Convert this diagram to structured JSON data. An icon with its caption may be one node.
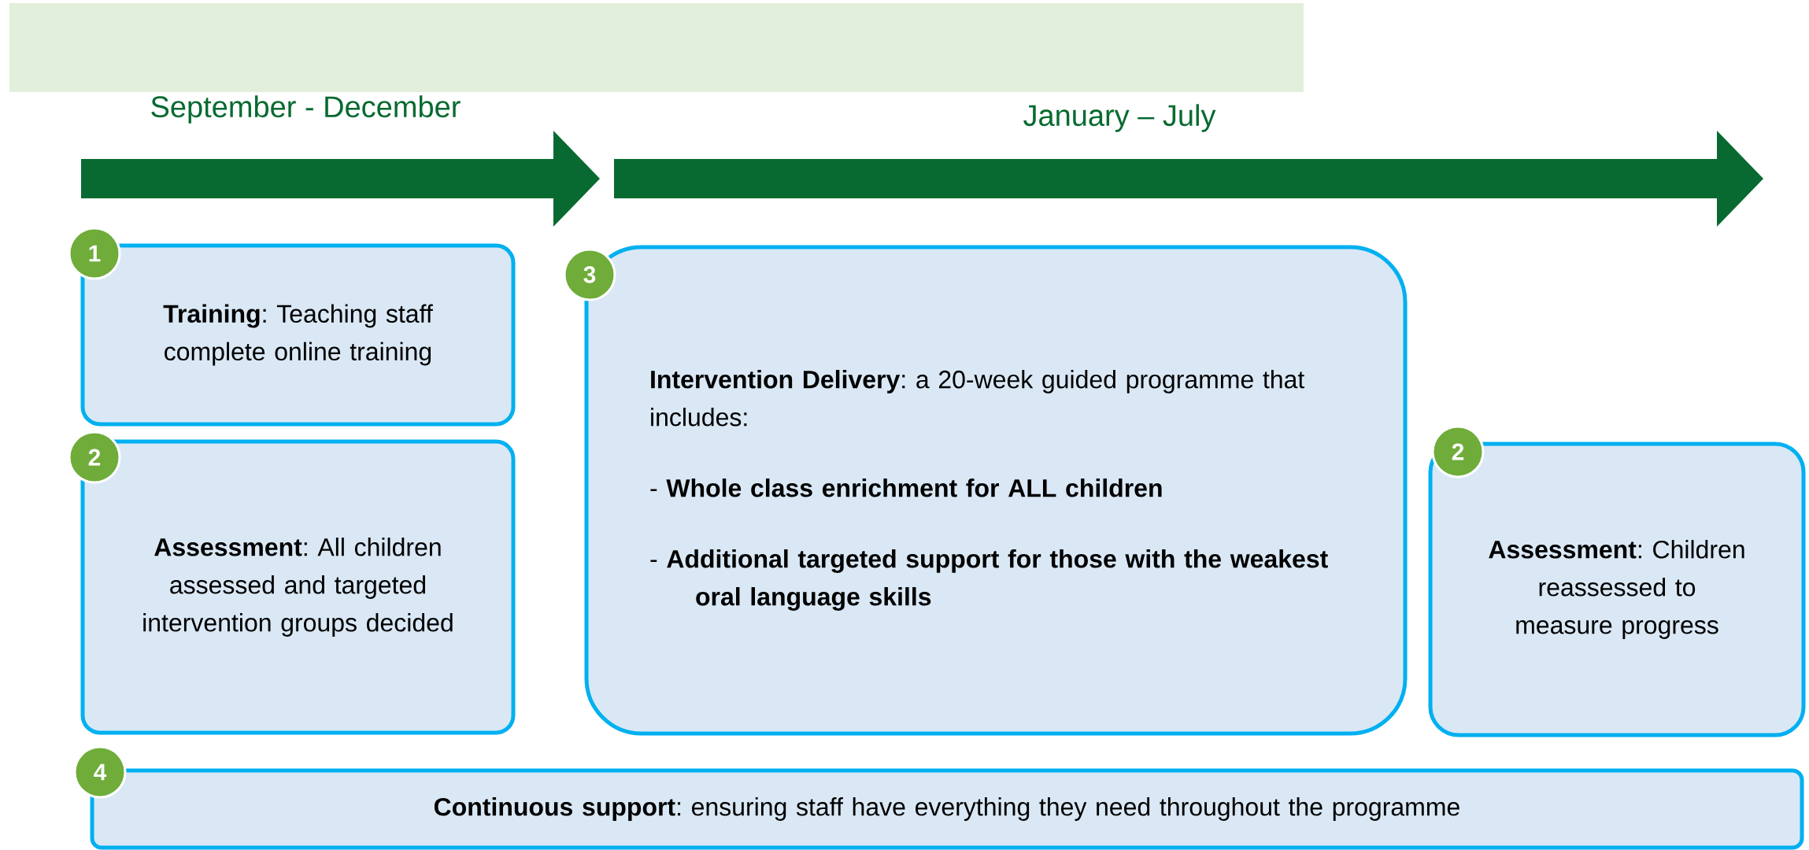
{
  "diagram": {
    "nodes": [
      {
        "text": [
          "1",
          "**Training**: Teaching staff complete online training"
        ]
      },
      {
        "text": [
          "2",
          "**Assessment**: All children assessed and targeted intervention groups decided"
        ]
      },
      {
        "text": [
          "3",
          "**Intervention Delivery**: a 20-week guided programme that includes:",
          "- **Whole class enrichment for ALL children**",
          "- **Additional targeted support for those with the weakest oral language skills**"
        ]
      },
      {
        "text": [
          "2",
          "**Assessment**: Children reassessed to measure progress"
        ]
      },
      {
        "text": [
          "4",
          "**Continuous support**: ensuring staff have everything they need throughout the programme"
        ]
      }
    ],
    "edges": [],
    "labels": [
      "September - December",
      "January – July"
    ]
  }
}
